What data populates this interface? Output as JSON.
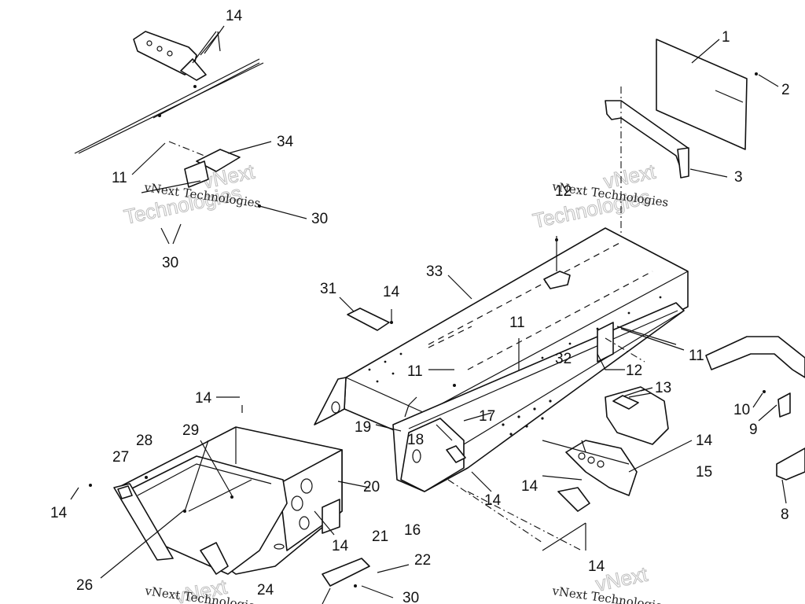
{
  "diagram": {
    "callouts": [
      {
        "id": "c1",
        "text": "1"
      },
      {
        "id": "c2",
        "text": "2"
      },
      {
        "id": "c3",
        "text": "3"
      },
      {
        "id": "c8",
        "text": "8"
      },
      {
        "id": "c9",
        "text": "9"
      },
      {
        "id": "c10",
        "text": "10"
      },
      {
        "id": "c11a",
        "text": "11"
      },
      {
        "id": "c11b",
        "text": "11"
      },
      {
        "id": "c11c",
        "text": "11"
      },
      {
        "id": "c11d",
        "text": "11"
      },
      {
        "id": "c12a",
        "text": "12"
      },
      {
        "id": "c12b",
        "text": "12"
      },
      {
        "id": "c13",
        "text": "13"
      },
      {
        "id": "c14a",
        "text": "14"
      },
      {
        "id": "c14b",
        "text": "14"
      },
      {
        "id": "c14c",
        "text": "14"
      },
      {
        "id": "c14d",
        "text": "14"
      },
      {
        "id": "c14e",
        "text": "14"
      },
      {
        "id": "c14f",
        "text": "14"
      },
      {
        "id": "c14g",
        "text": "14"
      },
      {
        "id": "c14h",
        "text": "14"
      },
      {
        "id": "c14i",
        "text": "14"
      },
      {
        "id": "c15",
        "text": "15"
      },
      {
        "id": "c16",
        "text": "16"
      },
      {
        "id": "c17",
        "text": "17"
      },
      {
        "id": "c18",
        "text": "18"
      },
      {
        "id": "c19",
        "text": "19"
      },
      {
        "id": "c20",
        "text": "20"
      },
      {
        "id": "c21",
        "text": "21"
      },
      {
        "id": "c22",
        "text": "22"
      },
      {
        "id": "c24",
        "text": "24"
      },
      {
        "id": "c26",
        "text": "26"
      },
      {
        "id": "c27",
        "text": "27"
      },
      {
        "id": "c28",
        "text": "28"
      },
      {
        "id": "c29",
        "text": "29"
      },
      {
        "id": "c30a",
        "text": "30"
      },
      {
        "id": "c30b",
        "text": "30"
      },
      {
        "id": "c30c",
        "text": "30"
      },
      {
        "id": "c31",
        "text": "31"
      },
      {
        "id": "c32",
        "text": "32"
      },
      {
        "id": "c33",
        "text": "33"
      },
      {
        "id": "c34",
        "text": "34"
      }
    ],
    "watermark": {
      "line1": "vNext Technologies",
      "line2": "Technologies",
      "line3": "vNext"
    },
    "colors": {
      "ink": "#111111",
      "background": "#ffffff",
      "watermark_outline": "#bdbdbd"
    }
  }
}
